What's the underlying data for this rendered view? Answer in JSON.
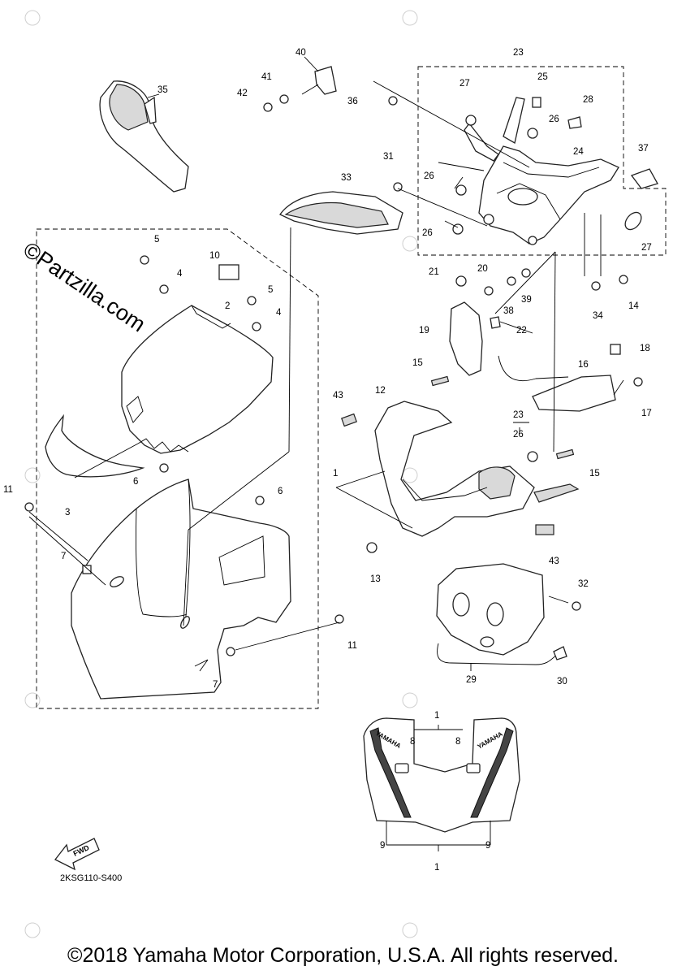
{
  "watermark": {
    "brand": "Partzilla.com",
    "copyright_symbol": "©"
  },
  "footer": {
    "copyright": "©2018 Yamaha Motor Corporation, U.S.A. All rights reserved.",
    "drawing_code": "2KSG110-S400",
    "fwd_label": "FWD"
  },
  "decal": {
    "brand_text": "YAMAHA"
  },
  "callouts": {
    "c1a": "1",
    "c1b": "1",
    "c1c": "1",
    "c2": "2",
    "c3": "3",
    "c4a": "4",
    "c4b": "4",
    "c5a": "5",
    "c5b": "5",
    "c6a": "6",
    "c6b": "6",
    "c7a": "7",
    "c7b": "7",
    "c8a": "8",
    "c8b": "8",
    "c9a": "9",
    "c9b": "9",
    "c10": "10",
    "c11a": "11",
    "c11b": "11",
    "c12": "12",
    "c13": "13",
    "c14": "14",
    "c15a": "15",
    "c15b": "15",
    "c16": "16",
    "c17": "17",
    "c18": "18",
    "c19": "19",
    "c20": "20",
    "c21": "21",
    "c22": "22",
    "c23a": "23",
    "c23b": "23",
    "c24": "24",
    "c25": "25",
    "c26a": "26",
    "c26b": "26",
    "c26c": "26",
    "c26d": "26",
    "c27a": "27",
    "c27b": "27",
    "c28": "28",
    "c29": "29",
    "c30": "30",
    "c31": "31",
    "c32": "32",
    "c33": "33",
    "c34": "34",
    "c35": "35",
    "c36": "36",
    "c37": "37",
    "c38": "38",
    "c39": "39",
    "c40": "40",
    "c41": "41",
    "c42": "42",
    "c43a": "43",
    "c43b": "43"
  }
}
